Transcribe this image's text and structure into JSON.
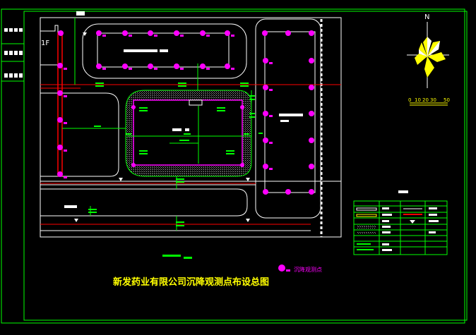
{
  "drawing": {
    "title": "新发药业有限公司沉降观测点布设总图",
    "legend_marker_label": "沉降观测点",
    "building_label": "1F",
    "compass_letter": "N",
    "scale_labels": [
      "0",
      "10",
      "20",
      "30",
      "50"
    ]
  },
  "colors": {
    "background": "#000000",
    "frame": "#00ff00",
    "site_lines": "#ffffff",
    "road_lines": "#ff0000",
    "markers": "#ff00ff",
    "compass_fill": "#ffff00",
    "hatching": "#9a9a9a",
    "annotation": "#00ff00"
  },
  "icons": {
    "marker": "settlement-point-icon",
    "compass": "north-arrow-icon"
  }
}
